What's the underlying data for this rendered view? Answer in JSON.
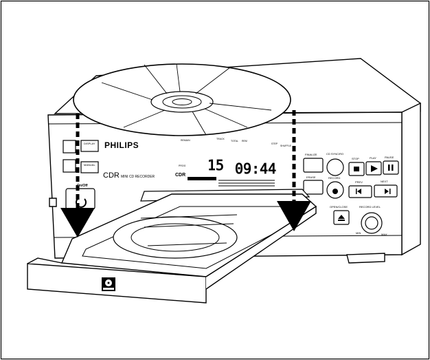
{
  "device": {
    "brand": "PHILIPS",
    "model": "CDR",
    "model_subtitle": "MINI CD RECORDER",
    "disc_logo": "compact disc"
  },
  "display": {
    "track_number": "15",
    "time": "09:44",
    "labels": {
      "track": "TRACK",
      "remain": "REMAIN",
      "total": "TOTAL",
      "rem": "REM",
      "prog": "PROG",
      "side": "CDR",
      "shuffle": "SHUFFLE",
      "step": "STEP"
    }
  },
  "buttons": {
    "power": "On/Off",
    "display": "DISPLAY",
    "manual": "MANUAL",
    "finalize": "FINALIZE",
    "cd_sync": "CD SYNC/RO",
    "stop": "STOP",
    "play": "PLAY",
    "pause": "PAUSE",
    "erase": "ERASE",
    "record": "RECORD",
    "prev": "PREV",
    "next": "NEXT",
    "open_close": "OPEN/CLOSE",
    "record_level": "RECORD LEVEL",
    "min": "MIN",
    "max": "MAX"
  },
  "icons": {
    "disc": "compact-disc-icon",
    "arrows": "insert-arrow-icon"
  }
}
